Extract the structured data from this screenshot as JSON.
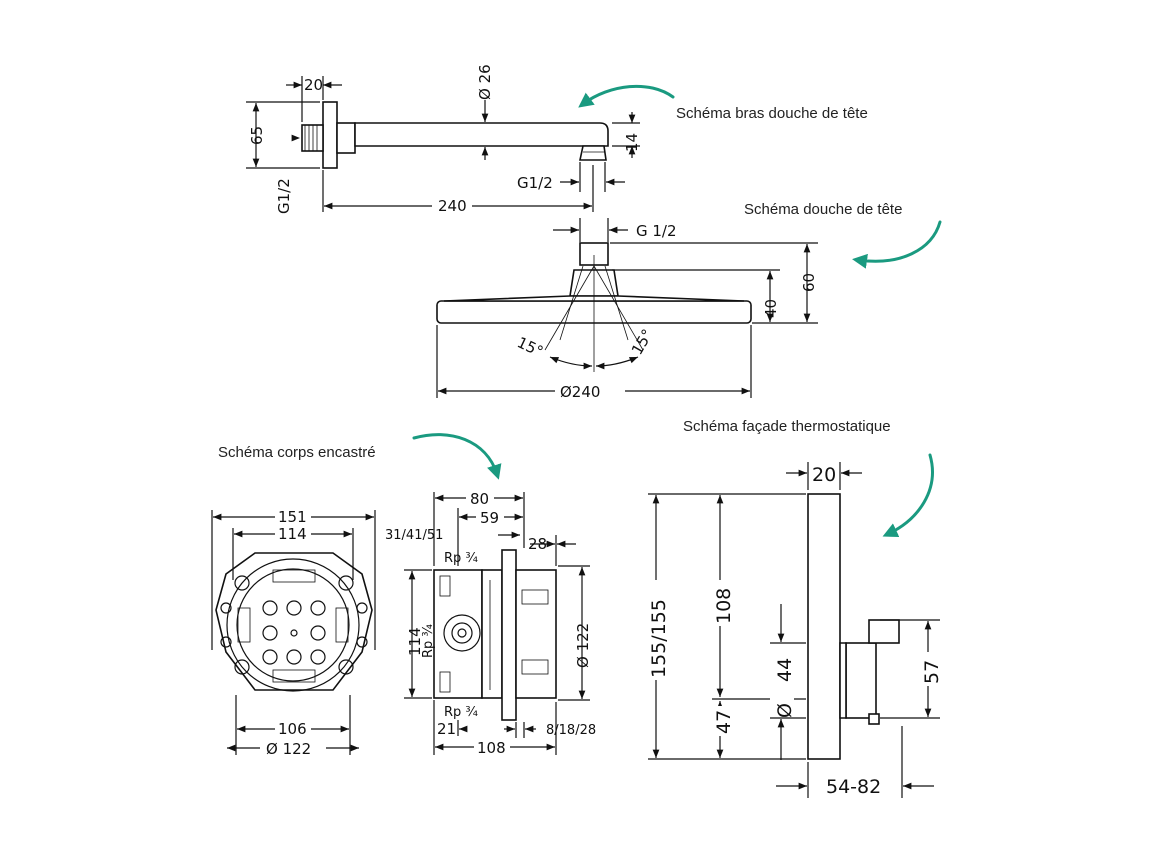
{
  "captions": {
    "arm": "Schéma bras douche de tête",
    "head": "Schéma douche de tête",
    "body": "Schéma corps encastré",
    "trim": "Schéma façade thermostatique"
  },
  "arm": {
    "d20": "20",
    "d65": "65",
    "dg12_left": "G1/2",
    "d240": "240",
    "d26": "Ø 26",
    "d14": "14",
    "dg12_bottom": "G1/2"
  },
  "head": {
    "dg12": "G 1/2",
    "d40": "40",
    "d60": "60",
    "a15_left": "15°",
    "a15_right": "15°",
    "d240": "Ø240"
  },
  "body_front": {
    "d151": "151",
    "d114": "114",
    "d106": "106",
    "d122": "Ø 122"
  },
  "body_side": {
    "d80": "80",
    "d59": "59",
    "d314151": "31/41/51",
    "d28": "28",
    "rp_top": "Rp ¾",
    "rp_mid": "Rp ¾",
    "rp_bottom": "Rp ¾",
    "d114": "114",
    "d122": "Ø 122",
    "d21": "21",
    "d108": "108",
    "d81828": "8/18/28"
  },
  "trim": {
    "d20": "20",
    "d155": "155/155",
    "d108": "108",
    "d44": "44",
    "dphi": "Ø",
    "d47": "47",
    "d57": "57",
    "d5482": "54-82"
  },
  "colors": {
    "accent_arrow": "#1a9a80",
    "line": "#111111"
  },
  "icons": [
    "curved-arrow-icon"
  ]
}
